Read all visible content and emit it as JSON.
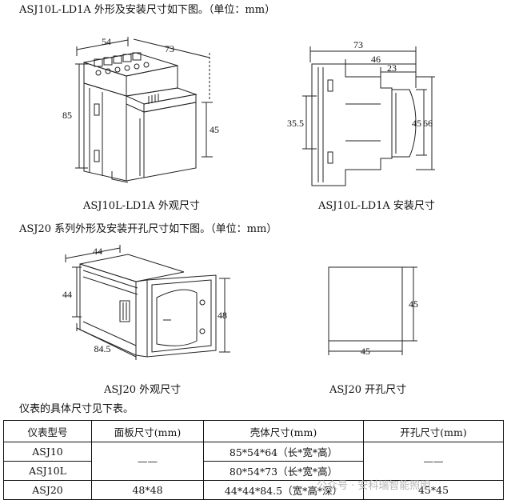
{
  "heading1": "ASJ10L-LD1A 外形及安装尺寸如下图。（单位：mm）",
  "fig1": {
    "caption": "ASJ10L-LD1A 外观尺寸",
    "dims": {
      "width": "54",
      "depth": "73",
      "height": "85",
      "front_height": "45"
    }
  },
  "fig2": {
    "caption": "ASJ10L-LD1A 安装尺寸",
    "dims": {
      "total": "73",
      "mid": "46",
      "front": "23",
      "rail": "35.5",
      "h1": "45",
      "h2": "66"
    }
  },
  "heading2": "ASJ20 系列外形及安装开孔尺寸如下图。（单位：mm）",
  "fig3": {
    "caption": "ASJ20 外观尺寸",
    "dims": {
      "width": "44",
      "height": "44",
      "depth": "84.5",
      "panel": "48"
    }
  },
  "fig4": {
    "caption": "ASJ20 开孔尺寸",
    "dims": {
      "height": "45",
      "width": "45"
    }
  },
  "heading3": "仪表的具体尺寸见下表。",
  "table": {
    "headers": [
      "仪表型号",
      "面板尺寸(mm)",
      "壳体尺寸(mm)",
      "开孔尺寸(mm)"
    ],
    "rows": [
      {
        "model": "ASJ10",
        "panel": "——",
        "shell": "85*54*64（长*宽*高）",
        "cutout": "——"
      },
      {
        "model": "ASJ10L",
        "shell": "80*54*73（长*宽*高）"
      },
      {
        "model": "ASJ20",
        "panel": "48*48",
        "shell": "44*44*84.5（宽*高*深）",
        "cutout": "45*45"
      }
    ]
  },
  "watermark": "公众号 · 安科瑞智能照明"
}
